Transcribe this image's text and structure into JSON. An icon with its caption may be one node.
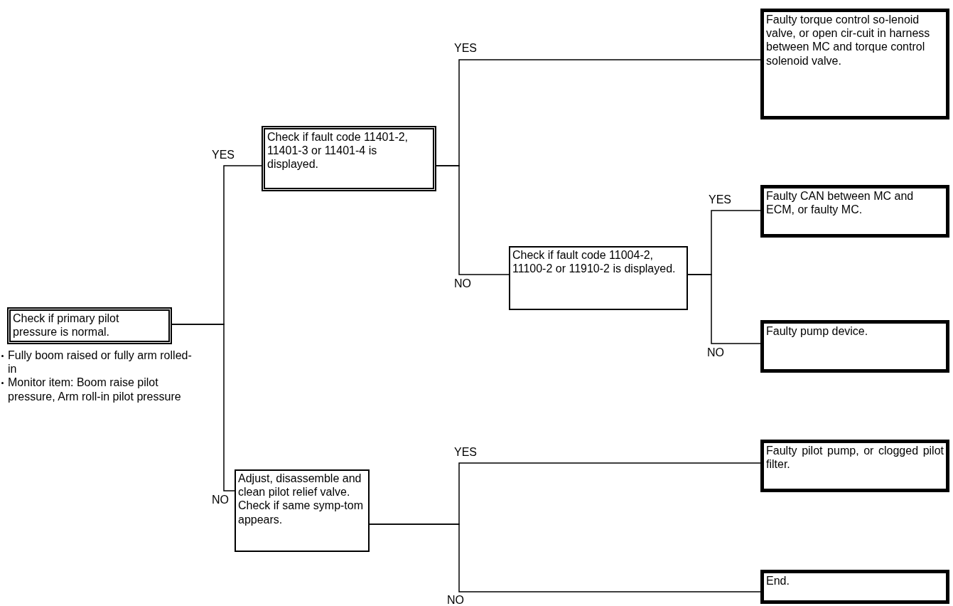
{
  "diagram": {
    "nodes": [
      {
        "text": [
          "Check if primary pilot pressure is normal."
        ],
        "beside": [
          "Fully boom raised or fully arm rolled-in",
          "Monitor item: Boom raise pilot pressure, Arm roll-in pilot pressure"
        ]
      },
      {
        "text": [
          "Check if fault code 11401-2, 11401-3 or 11401-4 is displayed."
        ]
      },
      {
        "text": [
          "Faulty torque control so-lenoid valve, or open cir-cuit in harness between MC and torque control solenoid valve."
        ]
      },
      {
        "text": [
          "Check if fault code 11004-2, 11100-2 or 11910-2 is displayed."
        ]
      },
      {
        "text": [
          "Faulty CAN between MC and ECM, or faulty MC."
        ]
      },
      {
        "text": [
          "Faulty pump device."
        ]
      },
      {
        "text": [
          "Adjust, disassemble and clean pilot relief valve.",
          "Check if same symp-tom appears."
        ]
      },
      {
        "text": [
          "Faulty pilot pump, or clogged pilot filter."
        ]
      },
      {
        "text": [
          "End."
        ]
      }
    ],
    "edges": [
      {
        "from": 0,
        "to": 1,
        "arrow": "none",
        "label": "YES"
      },
      {
        "from": 0,
        "to": 6,
        "arrow": "none",
        "label": "NO"
      },
      {
        "from": 1,
        "to": 2,
        "arrow": "none",
        "label": "YES"
      },
      {
        "from": 1,
        "to": 3,
        "arrow": "none",
        "label": "NO"
      },
      {
        "from": 3,
        "to": 4,
        "arrow": "none",
        "label": "YES"
      },
      {
        "from": 3,
        "to": 5,
        "arrow": "none",
        "label": "NO"
      },
      {
        "from": 6,
        "to": 7,
        "arrow": "none",
        "label": "YES"
      },
      {
        "from": 6,
        "to": 8,
        "arrow": "none",
        "label": "NO"
      }
    ]
  }
}
